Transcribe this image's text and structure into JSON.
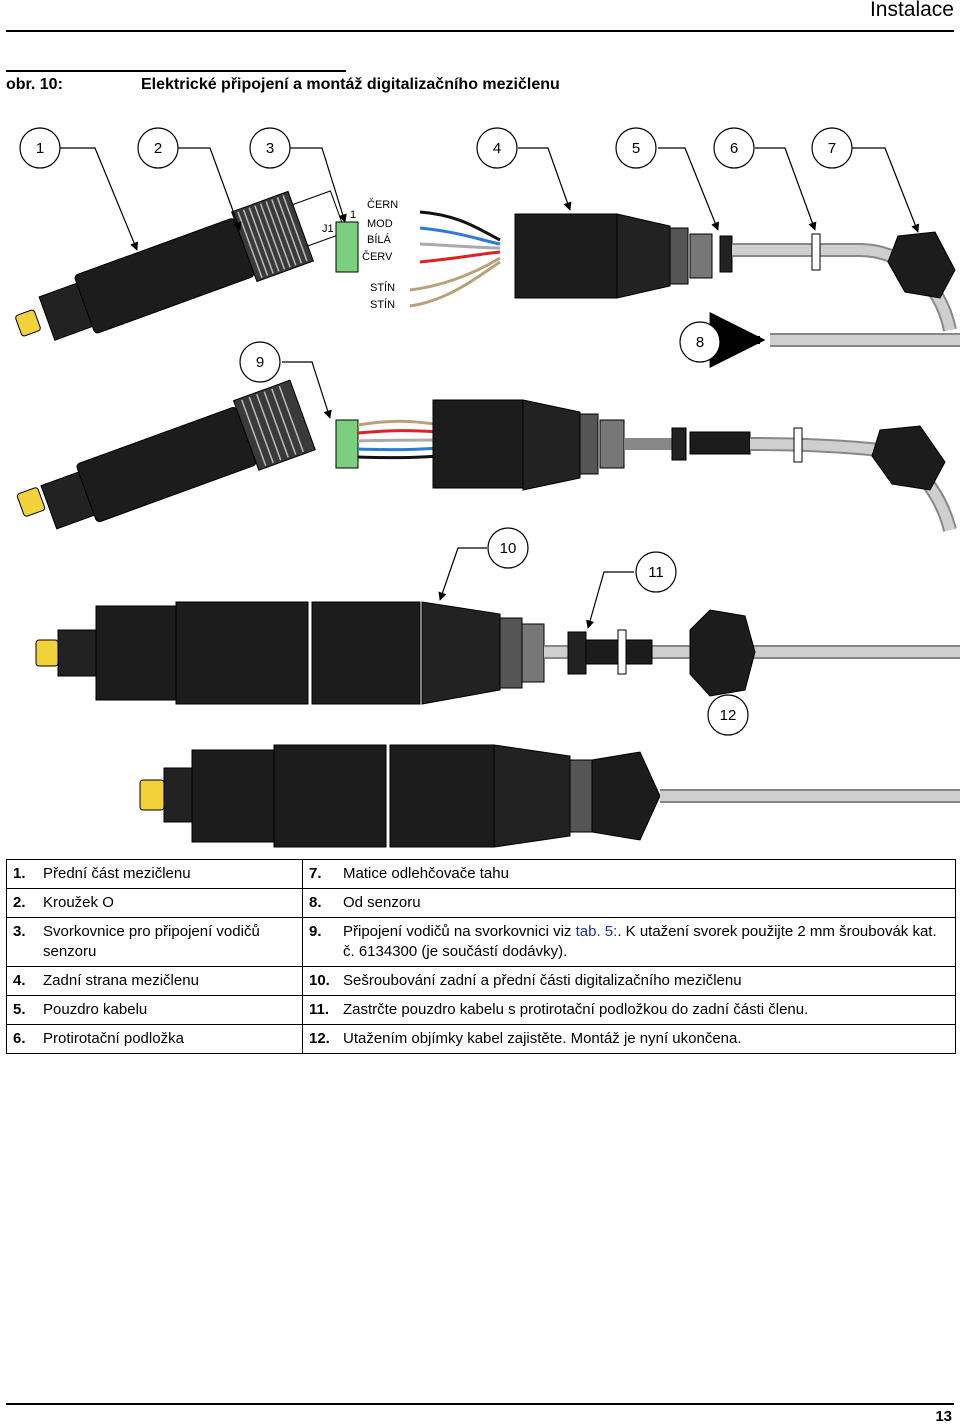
{
  "header": {
    "title": "Instalace"
  },
  "figure": {
    "label": "obr. 10:",
    "title": "Elektrické připojení a montáž digitalizačního mezičlenu",
    "callouts": [
      "1",
      "2",
      "3",
      "4",
      "5",
      "6",
      "7",
      "8",
      "9",
      "10",
      "11",
      "12"
    ],
    "wire_labels": [
      "ČERN",
      "MOD",
      "BÍLÁ",
      "ČERV",
      "STÍN",
      "STÍN"
    ],
    "terminal_labels": {
      "j1": "J1",
      "pin1": "1"
    }
  },
  "legend": {
    "rows": [
      {
        "left_num": "1.",
        "left_text": "Přední část mezičlenu",
        "right_num": "7.",
        "right_text": "Matice odlehčovače tahu"
      },
      {
        "left_num": "2.",
        "left_text": "Kroužek O",
        "right_num": "8.",
        "right_text": "Od senzoru"
      },
      {
        "left_num": "3.",
        "left_text": "Svorkovnice pro připojení vodičů senzoru",
        "right_num": "9.",
        "right_text_a": "Připojení vodičů na svorkovnici viz ",
        "right_link": "tab. 5:",
        "right_text_b": ". K utažení svorek použijte 2 mm šroubovák kat. č. 6134300 (je součástí dodávky)."
      },
      {
        "left_num": "4.",
        "left_text": "Zadní strana mezičlenu",
        "right_num": "10.",
        "right_text": "Sešroubování zadní a přední části digitalizačního mezičlenu"
      },
      {
        "left_num": "5.",
        "left_text": "Pouzdro kabelu",
        "right_num": "11.",
        "right_text": "Zastrčte pouzdro kabelu s protirotační podložkou do zadní části členu."
      },
      {
        "left_num": "6.",
        "left_text": "Protirotační podložka",
        "right_num": "12.",
        "right_text": "Utažením objímky kabel zajistěte. Montáž je nyní ukončena."
      }
    ]
  },
  "footer": {
    "page_number": "13"
  }
}
